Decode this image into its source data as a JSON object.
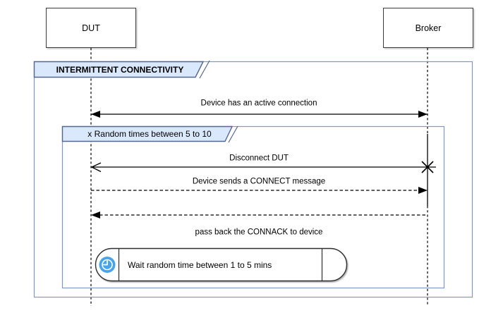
{
  "diagram_type": "uml-sequence-diagram",
  "actors": [
    {
      "name": "DUT"
    },
    {
      "name": "Broker"
    }
  ],
  "frames": {
    "outer": {
      "label": "INTERMITTENT CONNECTIVITY"
    },
    "loop": {
      "label": "x Random times between 5 to 10"
    }
  },
  "messages": [
    {
      "label": "Device has an active connection",
      "style": "solid",
      "direction": "both",
      "from": "DUT",
      "to": "Broker"
    },
    {
      "label": "Disconnect DUT",
      "style": "solid",
      "direction": "left",
      "from": "Broker",
      "to": "DUT",
      "end_marker": "lost-x"
    },
    {
      "label": "Device sends a CONNECT message",
      "style": "dashed",
      "direction": "right",
      "from": "DUT",
      "to": "Broker"
    },
    {
      "label": "",
      "style": "dashed",
      "direction": "left",
      "from": "Broker",
      "to": "DUT"
    },
    {
      "label": "pass back the CONNACK to device",
      "style": "label-only",
      "direction": "none"
    }
  ],
  "wait_note": {
    "label": "Wait random time between 1 to 5 mins",
    "icon": "clock-icon"
  },
  "colors": {
    "frame_border": "#7e99c4",
    "tab_fill": "#dae8fc",
    "tab_border": "#54688c",
    "clock_blue": "#45a4ec",
    "line_black": "#000000"
  }
}
